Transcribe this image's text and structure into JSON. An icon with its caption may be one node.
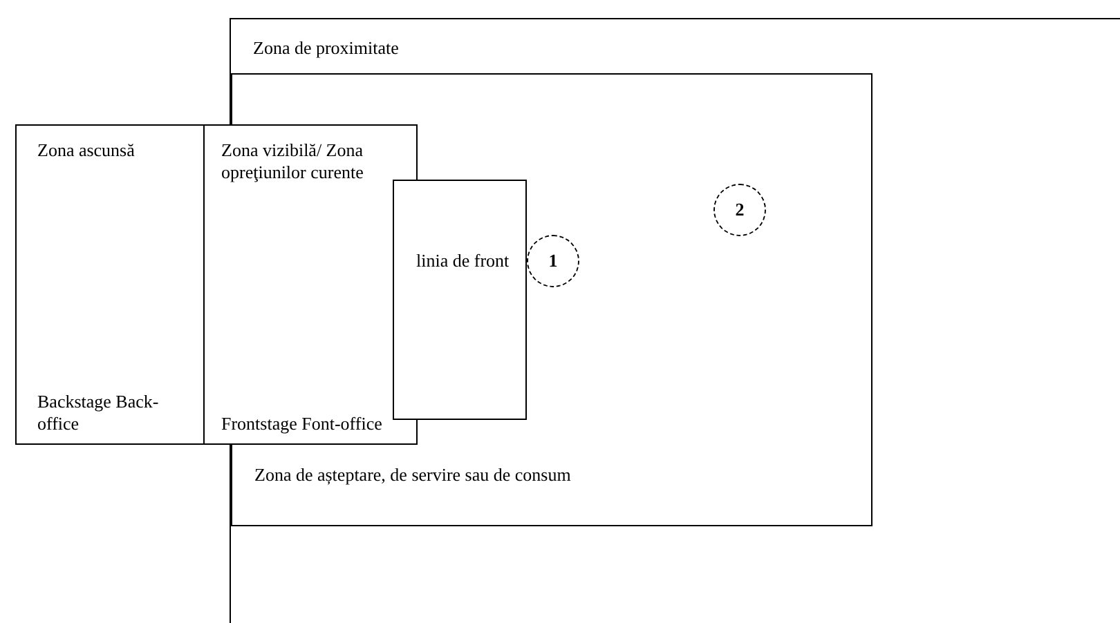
{
  "diagram": {
    "nodes": [
      {
        "text": [
          "Zona de proximitate"
        ]
      },
      {
        "text": [
          "Zona de așteptare, de servire sau de consum"
        ],
        "in": 0
      },
      {
        "text": [
          "Zona ascunsă",
          "Backstage Back-office"
        ]
      },
      {
        "text": [
          "Zona vizibilă/ Zona opreţiunilor curente",
          "Frontstage Font-office"
        ]
      },
      {
        "text": [
          "linia de front"
        ],
        "in": 1
      },
      {
        "text": [
          "1"
        ],
        "in": 1
      },
      {
        "text": [
          "2"
        ],
        "in": 1
      }
    ]
  }
}
